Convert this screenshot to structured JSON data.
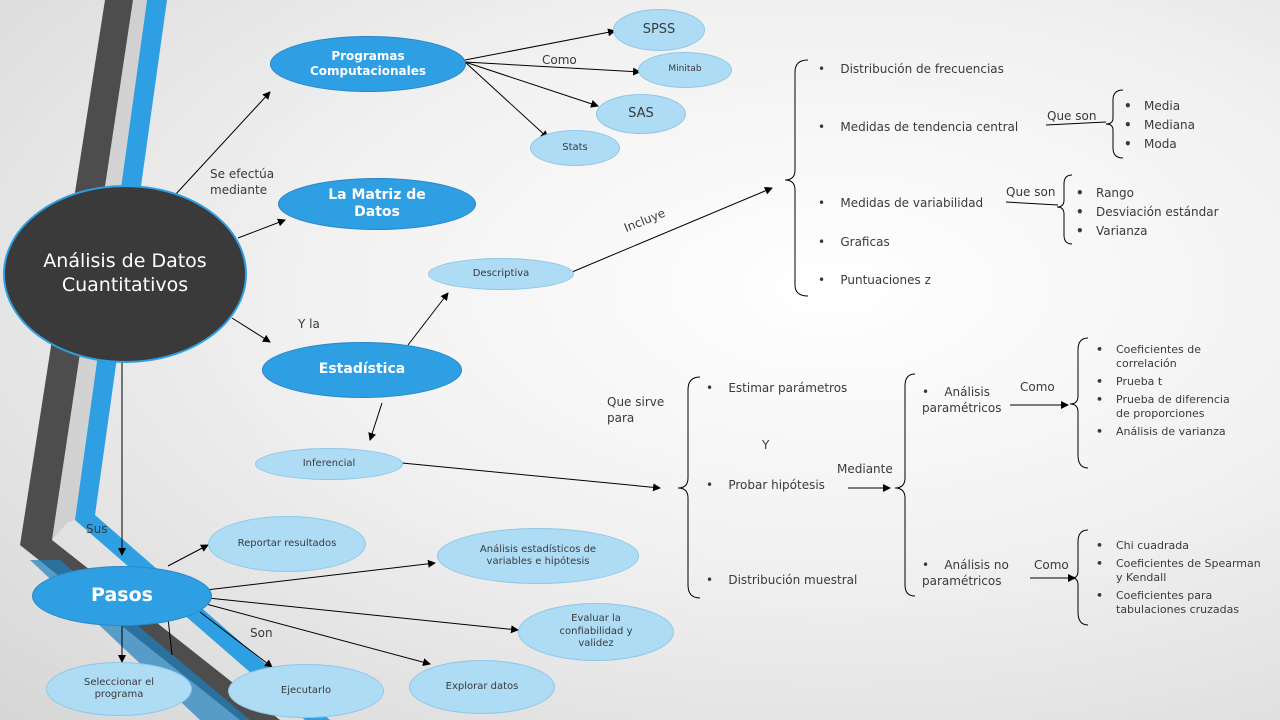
{
  "center": "Análisis de Datos Cuantitativos",
  "nodes": {
    "programas": "Programas Computacionales",
    "matriz": "La Matriz de Datos",
    "estadistica": "Estadística",
    "descriptiva": "Descriptiva",
    "inferencial": "Inferencial",
    "spss": "SPSS",
    "minitab": "Minitab",
    "sas": "SAS",
    "stats": "Stats",
    "pasos": "Pasos",
    "reportar": "Reportar resultados",
    "analisis_estadisticos": "Análisis estadísticos de variables e hipótesis",
    "evaluar": "Evaluar la confiabilidad y validez",
    "explorar": "Explorar datos",
    "ejecutarlo": "Ejecutarlo",
    "seleccionar": "Seleccionar el programa"
  },
  "labels": {
    "se_efectua": "Se efectúa mediante",
    "como": "Como",
    "y_la": "Y la",
    "incluye": "Incluye",
    "que_son_1": "Que son",
    "que_son_2": "Que son",
    "que_sirve": "Que sirve para",
    "y": "Y",
    "mediante": "Mediante",
    "como_2": "Como",
    "como_3": "Como",
    "sus": "Sus",
    "son": "Son"
  },
  "descriptiva_list": [
    "Distribución de frecuencias",
    "Medidas de tendencia central",
    "Medidas de variabilidad",
    "Graficas",
    "Puntuaciones z"
  ],
  "tendencia_list": [
    "Media",
    "Mediana",
    "Moda"
  ],
  "variabilidad_list": [
    "Rango",
    "Desviación estándar",
    "Varianza"
  ],
  "inferencial_list": [
    "Estimar parámetros",
    "Probar hipótesis",
    "Distribución muestral"
  ],
  "tipos_list": [
    "Análisis paramétricos",
    "Análisis no paramétricos"
  ],
  "parametricos_list": [
    "Coeficientes de correlación",
    "Prueba t",
    "Prueba de diferencia de proporciones",
    "Análisis de varianza"
  ],
  "no_parametricos_list": [
    "Chi cuadrada",
    "Coeficientes de Spearman y Kendall",
    "Coeficientes para tabulaciones cruzadas"
  ],
  "colors": {
    "accent": "#2e9fe3",
    "light_node": "#aedcf5",
    "dark": "#3a3a3a",
    "stripe_gray": "#555555",
    "stripe_blue": "#2e9fe3"
  }
}
